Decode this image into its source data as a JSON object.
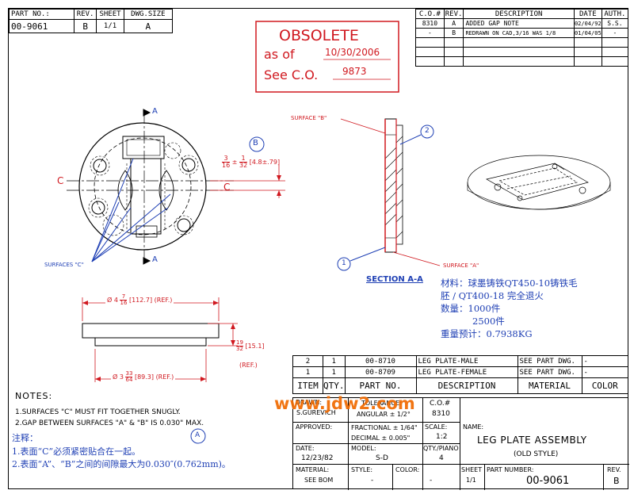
{
  "header": {
    "part_no_label": "PART NO.:",
    "part_no": "00-9061",
    "rev_label": "REV.",
    "rev": "B",
    "sheet_label": "SHEET",
    "sheet": "1/1",
    "dwg_size_label": "DWG.SIZE",
    "dwg_size": "A"
  },
  "obsolete": {
    "title": "OBSOLETE",
    "as_of_label": "as of",
    "as_of_date": "10/30/2006",
    "see_co_label": "See C.O.",
    "see_co": "9873"
  },
  "revisions": {
    "headers": [
      "C.O.#",
      "REV.",
      "DESCRIPTION",
      "DATE",
      "AUTH."
    ],
    "rows": [
      [
        "8310",
        "A",
        "ADDED GAP NOTE",
        "02/04/92",
        "S.S."
      ],
      [
        "-",
        "B",
        "REDRAWN ON CAD,3/16 WAS 1/8",
        "01/04/05",
        "-"
      ]
    ]
  },
  "views": {
    "section_a": "A",
    "callout_b": "B",
    "centerline": "C",
    "dim_gap": "3/16 ± 1/32 [4.8 ± .79]",
    "dim_gap_parts": {
      "n1": "3",
      "d1": "16",
      "pm": "±",
      "n2": "1",
      "d2": "32",
      "mm": "[4.8±.79]"
    },
    "surfaces_c": "SURFACES \"C\"",
    "surface_b": "SURFACE \"B\"",
    "surface_a": "SURFACE \"A\"",
    "balloon_1": "1",
    "balloon_2": "2",
    "section_title": "SECTION A-A",
    "dia_top": {
      "pre": "Ø 4",
      "n": "7",
      "d": "16",
      "mm": "[112.7]",
      "ref": "(REF.)"
    },
    "dia_bottom": {
      "pre": "Ø 3",
      "n": "33",
      "d": "64",
      "mm": "[89.3]",
      "ref": "(REF.)"
    },
    "height": {
      "n": "19",
      "d": "32",
      "mm": "[15.1]",
      "ref": "(REF.)"
    }
  },
  "material_note": {
    "line1": "材料：球墨铸铁QT450-10铸铁毛",
    "line2": "胚 / QT400-18 完全退火",
    "line3": "数量：1000件",
    "line4": "2500件",
    "line5": "重量预计：0.7938KG"
  },
  "notes": {
    "title": "NOTES:",
    "n1": "1.SURFACES \"C\" MUST FIT TOGETHER SNUGLY.",
    "n2": "2.GAP BETWEEN SURFACES \"A\" & \"B\" IS 0.030\" MAX.",
    "zh_title": "注释：",
    "zh_badge": "A",
    "zh1": "1.表面“C”必须紧密贴合在一起。",
    "zh2": "2.表面“A”、“B”之间的间隙最大为0.030″(0.762mm)。"
  },
  "watermark": "www.jdw2.com",
  "bom": {
    "rows": [
      [
        "2",
        "1",
        "00-8710",
        "LEG PLATE-MALE",
        "SEE PART DWG.",
        "-"
      ],
      [
        "1",
        "1",
        "00-8709",
        "LEG PLATE-FEMALE",
        "SEE PART DWG.",
        "-"
      ]
    ],
    "headers": [
      "ITEM",
      "QTY.",
      "PART NO.",
      "DESCRIPTION",
      "MATERIAL",
      "COLOR"
    ]
  },
  "title_block": {
    "drawn_label": "DRAWN:",
    "drawn": "S.GUREVICH",
    "tolerance_label": "TOLERANCE:",
    "angular": "ANGULAR ± 1/2°",
    "co_label": "C.O.#",
    "co": "8310",
    "approved_label": "APPROVED:",
    "fractional": "FRACTIONAL ± 1/64\"",
    "decimal": "DECIMAL ± 0.005\"",
    "scale_label": "SCALE:",
    "scale": "1:2",
    "name_label": "NAME:",
    "name": "LEG PLATE ASSEMBLY",
    "old_style": "(OLD STYLE)",
    "date_label": "DATE:",
    "date": "12/23/82",
    "model_label": "MODEL:",
    "model": "S-D",
    "qty_label": "QTY./PIANO",
    "qty": "4",
    "material_label": "MATERIAL:",
    "material": "SEE BOM",
    "style_label": "STYLE:",
    "style": "-",
    "color_label": "COLOR:",
    "color": "-",
    "sheet_label": "SHEET",
    "sheet": "1/1",
    "part_number_label": "PART NUMBER:",
    "part_number": "00-9061",
    "rev_label": "REV.",
    "rev": "B"
  }
}
